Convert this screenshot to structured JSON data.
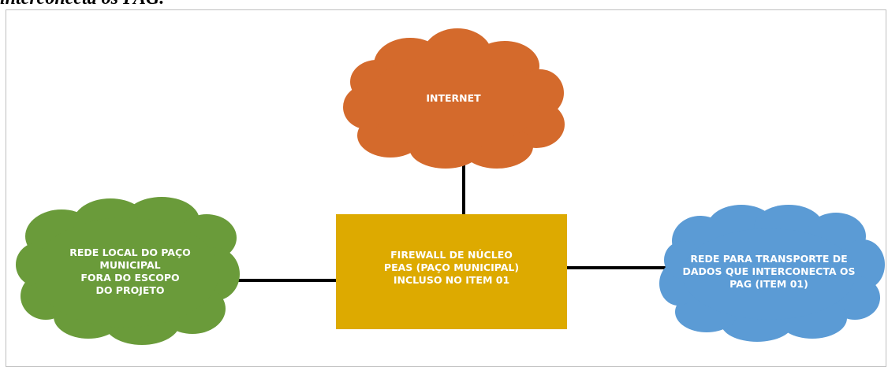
{
  "heading": "interconecta os PAG.",
  "colors": {
    "internet": "#d46a2c",
    "firewall": "#ddaa00",
    "lan": "#6a9b3a",
    "transport": "#5b9bd5",
    "connector": "#000000",
    "frame": "#bfbfbf"
  },
  "nodes": {
    "internet": {
      "lines": [
        "INTERNET"
      ]
    },
    "firewall": {
      "lines": [
        "FIREWALL DE NÚCLEO",
        "PEAS (PAÇO MUNICIPAL)",
        "INCLUSO NO ITEM 01"
      ]
    },
    "lan": {
      "lines": [
        "REDE LOCAL DO PAÇO",
        "MUNICIPAL",
        "FORA DO ESCOPO",
        "DO PROJETO"
      ]
    },
    "transport": {
      "lines": [
        "REDE PARA TRANSPORTE DE",
        "DADOS QUE INTERCONECTA OS",
        "PAG (ITEM 01)"
      ]
    }
  }
}
